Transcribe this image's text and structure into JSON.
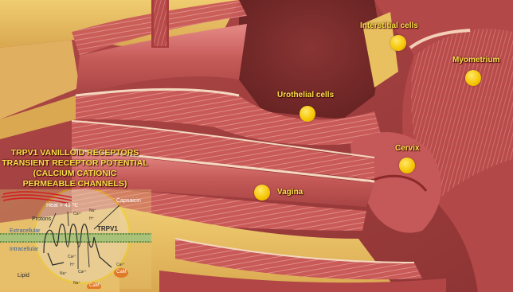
{
  "markers": {
    "interstitial": "Interstitial cells",
    "myometrium": "Myometrium",
    "urothelial": "Urothelial cells",
    "cervix": "Cervix",
    "vagina": "Vagina"
  },
  "heading": {
    "line1": "TRPV1 VANILLOID RECEPTORS",
    "line2": "TRANSIENT RECEPTOR POTENTIAL",
    "line3": "(CALCIUM CATIONIC",
    "line4": "PERMEABLE CHANNELS)"
  },
  "diagram": {
    "heat": "Heat > 43 ℃",
    "capsaicin": "Capsaicin",
    "protons": "Protons",
    "channel": "TRPV1",
    "extracellular": "Extracellular",
    "intracellular": "Intracellular",
    "lipid": "Lipid",
    "ions": [
      "Ca²⁺",
      "Na⁺",
      "H⁺",
      "Ca²⁺",
      "Na⁺",
      "Ca²⁺",
      "H⁺",
      "Ca²⁺",
      "Na⁺"
    ],
    "cam1": "CaM",
    "cam2": "CaM"
  },
  "colors": {
    "marker": "#f5c400",
    "label": "#f7e24a",
    "tissue": "#c85a5a",
    "fat": "#e8c060"
  }
}
